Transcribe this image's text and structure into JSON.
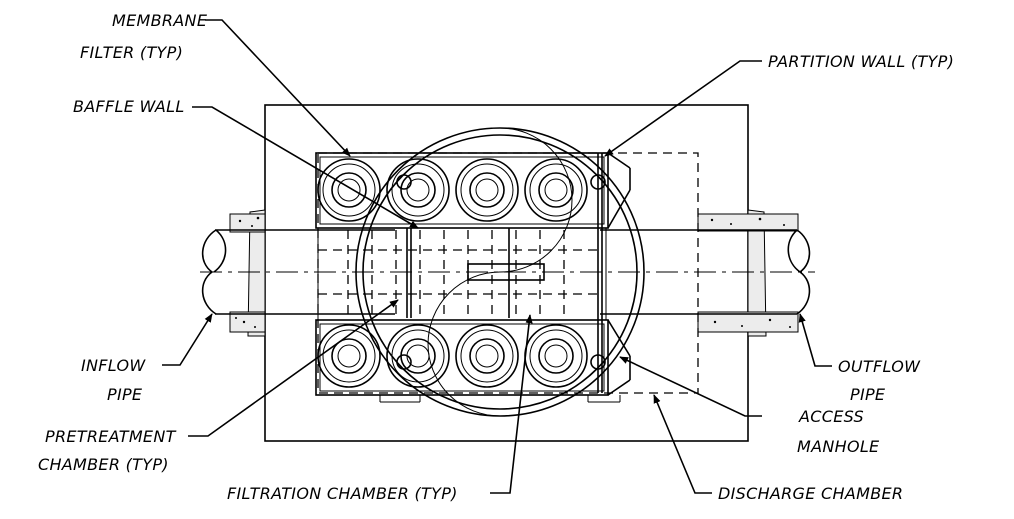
{
  "labels": {
    "membrane_filter_1": "MEMBRANE",
    "membrane_filter_2": "FILTER (TYP)",
    "baffle_wall": "BAFFLE WALL",
    "partition_wall": "PARTITION WALL (TYP)",
    "inflow_1": "INFLOW",
    "inflow_2": "PIPE",
    "outflow_1": "OUTFLOW",
    "outflow_2": "PIPE",
    "pretreatment_1": "PRETREATMENT",
    "pretreatment_2": "CHAMBER (TYP)",
    "access_1": "ACCESS",
    "access_2": "MANHOLE",
    "filtration": "FILTRATION CHAMBER (TYP)",
    "discharge": "DISCHARGE CHAMBER"
  },
  "icons": [
    "leader-arrow-icon",
    "filter-cartridge-icon"
  ],
  "colors": {
    "line": "#000000",
    "background": "#ffffff"
  }
}
